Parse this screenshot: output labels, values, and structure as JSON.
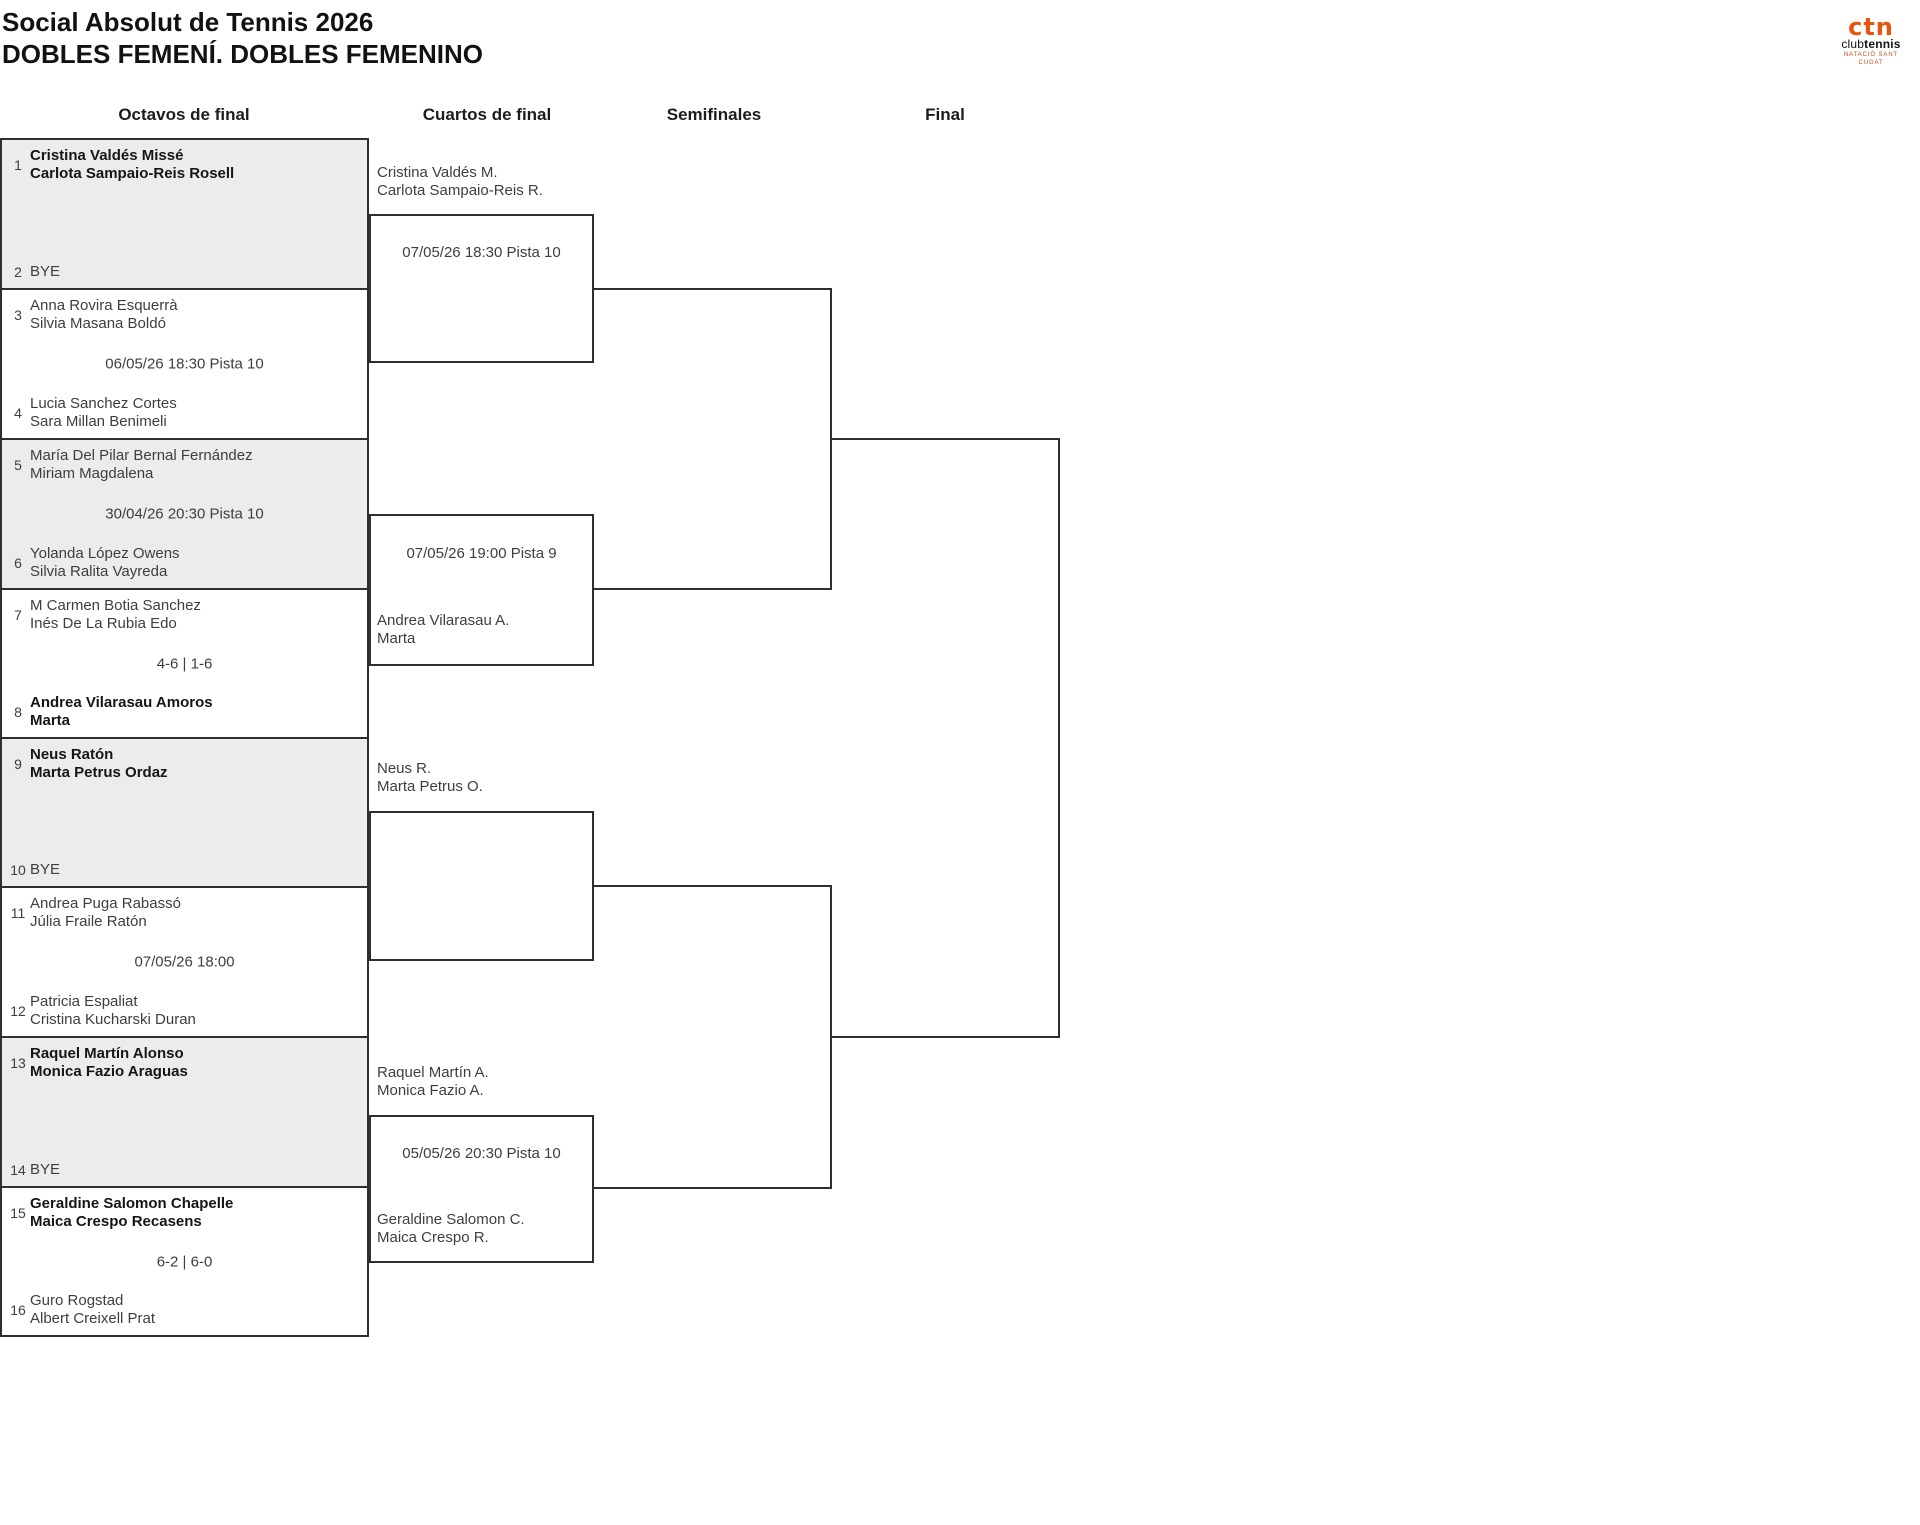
{
  "title": {
    "line1": "Social Absolut de Tennis 2026",
    "line2": "DOBLES FEMENÍ. DOBLES FEMENINO"
  },
  "logo": {
    "mark": "ctn",
    "name_light": "club",
    "name_bold": "tennis",
    "subtitle": "NATACIÓ SANT CUGAT"
  },
  "rounds": [
    {
      "label": "Octavos de final"
    },
    {
      "label": "Cuartos de final"
    },
    {
      "label": "Semifinales"
    },
    {
      "label": "Final"
    }
  ],
  "octavos": {
    "matches": [
      {
        "seed1": "1",
        "team1": [
          "Cristina Valdés Missé",
          "Carlota Sampaio-Reis Rosell"
        ],
        "center": "",
        "seed2": "2",
        "team2": [
          "BYE"
        ]
      },
      {
        "seed1": "3",
        "team1": [
          "Anna Rovira Esquerrà",
          "Silvia Masana Boldó"
        ],
        "center": "06/05/26 18:30 Pista 10",
        "seed2": "4",
        "team2": [
          "Lucia Sanchez Cortes",
          "Sara Millan Benimeli"
        ]
      },
      {
        "seed1": "5",
        "team1": [
          "María Del Pilar Bernal Fernández",
          "Miriam Magdalena"
        ],
        "center": "30/04/26 20:30 Pista 10",
        "seed2": "6",
        "team2": [
          "Yolanda López Owens",
          "Silvia Ralita Vayreda"
        ]
      },
      {
        "seed1": "7",
        "team1": [
          "M Carmen Botia Sanchez",
          "Inés De La Rubia Edo"
        ],
        "center": "4-6 | 1-6",
        "seed2": "8",
        "team2": [
          "Andrea Vilarasau Amoros",
          "Marta"
        ]
      },
      {
        "seed1": "9",
        "team1": [
          "Neus Ratón",
          "Marta Petrus Ordaz"
        ],
        "center": "",
        "seed2": "10",
        "team2": [
          "BYE"
        ]
      },
      {
        "seed1": "11",
        "team1": [
          "Andrea Puga Rabassó",
          "Júlia Fraile Ratón"
        ],
        "center": "07/05/26 18:00",
        "seed2": "12",
        "team2": [
          "Patricia Espaliat",
          "Cristina Kucharski Duran"
        ]
      },
      {
        "seed1": "13",
        "team1": [
          "Raquel Martín Alonso",
          "Monica Fazio Araguas"
        ],
        "center": "",
        "seed2": "14",
        "team2": [
          "BYE"
        ]
      },
      {
        "seed1": "15",
        "team1": [
          "Geraldine Salomon Chapelle",
          "Maica Crespo Recasens"
        ],
        "center": "6-2 | 6-0",
        "seed2": "16",
        "team2": [
          "Guro Rogstad",
          "Albert Creixell Prat"
        ]
      }
    ]
  },
  "cuartos": {
    "matches": [
      {
        "date": "07/05/26 18:30 Pista 10"
      },
      {
        "date": "07/05/26 19:00 Pista 9"
      },
      {
        "date": ""
      },
      {
        "date": "05/05/26 20:30 Pista 10"
      }
    ],
    "advancers": [
      {
        "lines": [
          "Cristina Valdés M.",
          "Carlota Sampaio-Reis R."
        ]
      },
      {
        "lines": [
          "Andrea Vilarasau A.",
          "Marta"
        ]
      },
      {
        "lines": [
          "Neus R.",
          "Marta Petrus O."
        ]
      },
      {
        "lines": [
          "Raquel Martín A.",
          "Monica Fazio A."
        ]
      },
      {
        "lines": [
          "Geraldine Salomon C.",
          "Maica Crespo R."
        ]
      }
    ]
  },
  "colors": {
    "accent_orange": "#e8530e",
    "shaded_box": "#ececec",
    "line": "#2f2f2f"
  }
}
